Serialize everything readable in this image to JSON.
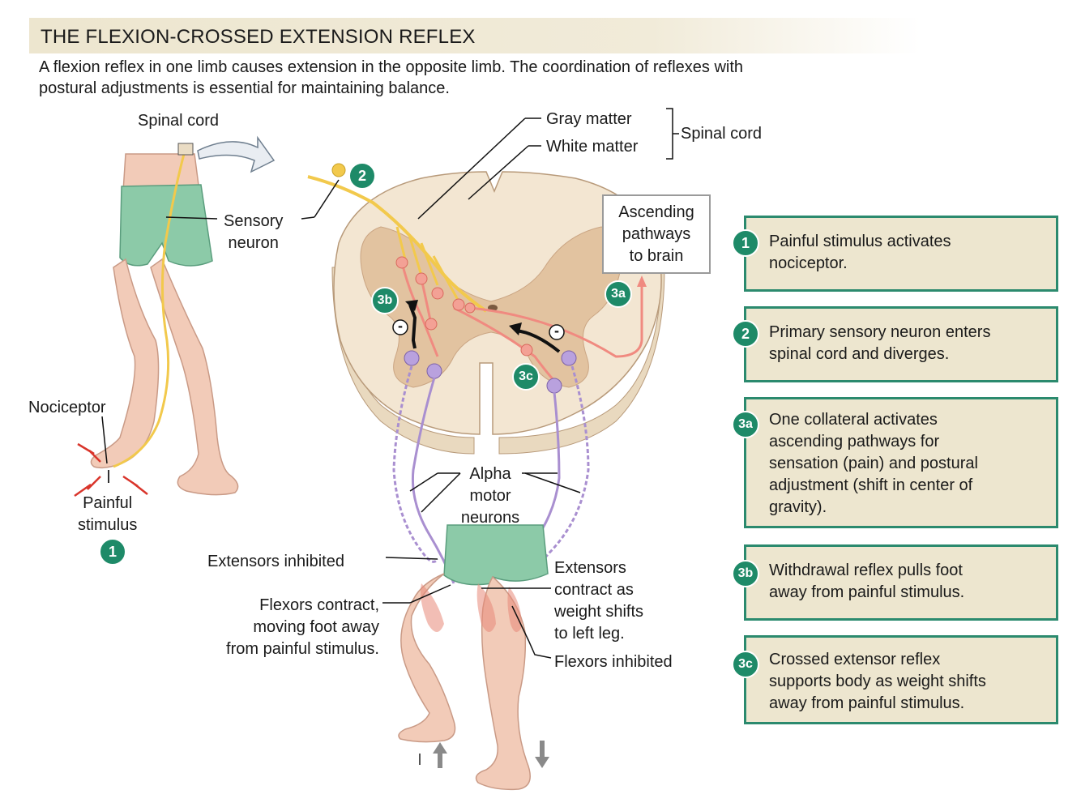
{
  "title": "THE FLEXION-CROSSED EXTENSION REFLEX",
  "intro": "A flexion reflex in one limb causes extension in the opposite limb. The coordination of reflexes with postural adjustments is essential for maintaining balance.",
  "labels": {
    "spinal_cord_top": "Spinal cord",
    "sensory_neuron": "Sensory\nneuron",
    "nociceptor": "Nociceptor",
    "painful_stimulus": "Painful\nstimulus",
    "gray_matter": "Gray matter",
    "white_matter": "White matter",
    "spinal_cord_bracket": "Spinal cord",
    "ascending": "Ascending\npathways\nto brain",
    "alpha_motor": "Alpha\nmotor\nneurons",
    "extensors_inhibited": "Extensors inhibited",
    "flexors_contract": "Flexors contract,\nmoving foot away\nfrom painful stimulus.",
    "extensors_contract": "Extensors\ncontract as\nweight shifts\nto left leg.",
    "flexors_inhibited": "Flexors inhibited"
  },
  "markers": {
    "m1": "1",
    "m2": "2",
    "m3a": "3a",
    "m3b": "3b",
    "m3c": "3c",
    "minus": "-"
  },
  "steps": [
    {
      "badge": "1",
      "text": "Painful stimulus activates\nnociceptor."
    },
    {
      "badge": "2",
      "text": "Primary sensory neuron enters\nspinal cord and diverges."
    },
    {
      "badge": "3a",
      "text": "One collateral activates\nascending pathways for\nsensation (pain) and postural\nadjustment (shift in center of\ngravity)."
    },
    {
      "badge": "3b",
      "text": "Withdrawal reflex pulls foot\naway from painful stimulus."
    },
    {
      "badge": "3c",
      "text": "Crossed extensor reflex\nsupports body as weight shifts\naway from painful stimulus."
    }
  ],
  "colors": {
    "teal": "#1e8a68",
    "box_fill": "#ede6cf",
    "sensory": "#f2c94c",
    "interneuron": "#f08a80",
    "motor": "#a98fd0",
    "skin": "#f2cbb8",
    "shorts": "#8ccaa8"
  }
}
